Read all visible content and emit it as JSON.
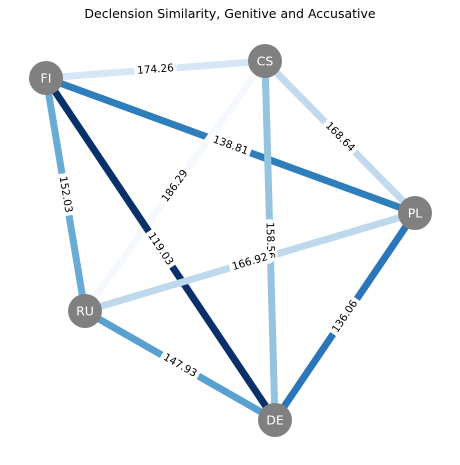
{
  "title": "Declension Similarity, Genitive and Accusative",
  "node_color": "#808080",
  "node_label_color": "#ffffff",
  "nodes": [
    {
      "id": "FI",
      "label": "FI"
    },
    {
      "id": "CS",
      "label": "CS"
    },
    {
      "id": "PL",
      "label": "PL"
    },
    {
      "id": "RU",
      "label": "RU"
    },
    {
      "id": "DE",
      "label": "DE"
    }
  ],
  "edges": [
    {
      "source": "FI",
      "target": "CS",
      "weight": 174.26,
      "label": "174.26",
      "color": "#d6e6f4"
    },
    {
      "source": "CS",
      "target": "PL",
      "weight": 168.64,
      "label": "168.64",
      "color": "#c3d9ee"
    },
    {
      "source": "FI",
      "target": "PL",
      "weight": 138.81,
      "label": "138.81",
      "color": "#2f7ebc"
    },
    {
      "source": "CS",
      "target": "RU",
      "weight": 186.29,
      "label": "186.29",
      "color": "#f5f9fe"
    },
    {
      "source": "FI",
      "target": "RU",
      "weight": 152.03,
      "label": "152.03",
      "color": "#68acd5"
    },
    {
      "source": "FI",
      "target": "DE",
      "weight": 119.03,
      "label": "119.03",
      "color": "#08306b"
    },
    {
      "source": "CS",
      "target": "DE",
      "weight": 158.56,
      "label": "158.56",
      "color": "#94c4df"
    },
    {
      "source": "RU",
      "target": "PL",
      "weight": 166.92,
      "label": "166.92",
      "color": "#bed8ec"
    },
    {
      "source": "PL",
      "target": "DE",
      "weight": 136.06,
      "label": "136.06",
      "color": "#2a76b9"
    },
    {
      "source": "RU",
      "target": "DE",
      "weight": 147.93,
      "label": "147.93",
      "color": "#57a0cf"
    }
  ]
}
